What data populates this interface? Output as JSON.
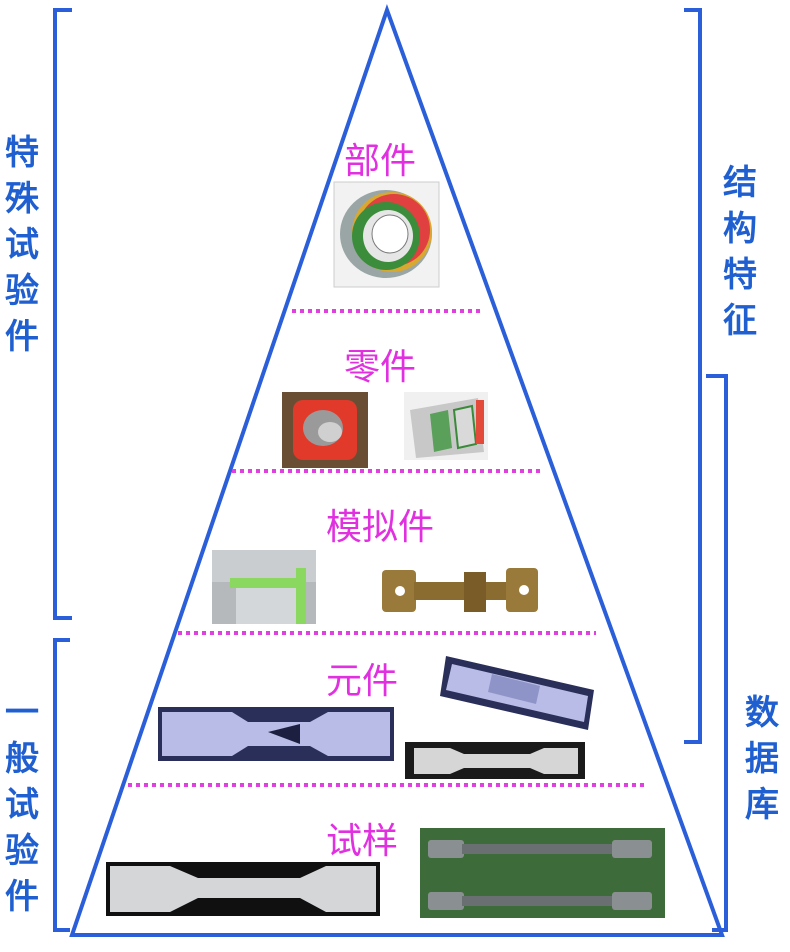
{
  "tiers": [
    {
      "label": "部件"
    },
    {
      "label": "零件"
    },
    {
      "label": "模拟件"
    },
    {
      "label": "元件"
    },
    {
      "label": "试样"
    }
  ],
  "left_brackets": {
    "special": "特\n殊\n试\n验\n件",
    "general": "一\n般\n试\n验\n件"
  },
  "right_brackets": {
    "structural": "结\n构\n特\n征",
    "database": "数\n据\n库"
  },
  "colors": {
    "pyramid": "#2b5fd9",
    "bracket": "#2b5fd9",
    "tier_text": "#e030e0",
    "dotted_divider": "#e040e0"
  },
  "icons": [
    "component-image",
    "part-image-1",
    "part-image-2",
    "simulated-part-image-1",
    "simulated-part-image-2",
    "element-image-1",
    "element-image-2",
    "element-image-3",
    "specimen-image-1",
    "specimen-image-2"
  ]
}
